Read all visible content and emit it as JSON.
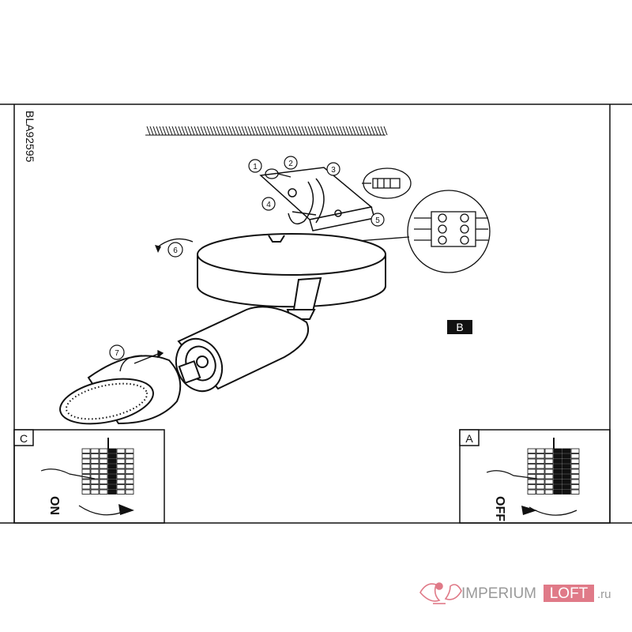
{
  "document": {
    "model_code": "BLA92595",
    "panel_b_label": "B",
    "panel_a": {
      "label": "A",
      "caption": "OFF"
    },
    "panel_c": {
      "label": "C",
      "caption": "ON"
    },
    "callouts": [
      "1",
      "2",
      "3",
      "4",
      "5",
      "6",
      "7"
    ]
  },
  "watermark": {
    "brand_left": "IMPERIUM",
    "brand_right": "LOFT",
    "suffix": ".ru",
    "accent_color": "#e07a88",
    "text_color": "#9a9a9a"
  },
  "colors": {
    "line": "#111111",
    "paper": "#ffffff"
  }
}
